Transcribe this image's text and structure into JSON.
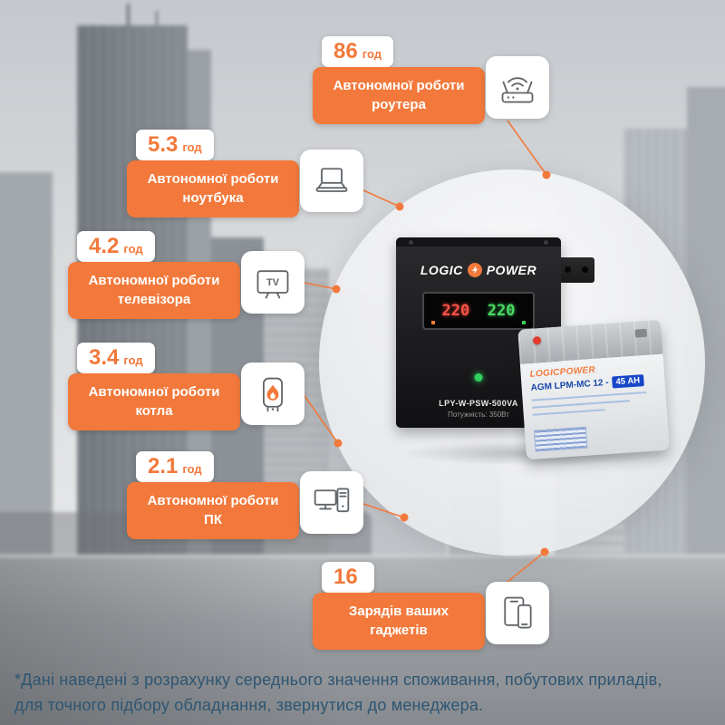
{
  "accent_color": "#f2793b",
  "callouts": [
    {
      "value": "86",
      "unit": "год",
      "label": "Автономної роботи роутера",
      "icon": "router"
    },
    {
      "value": "5.3",
      "unit": "год",
      "label": "Автономної роботи ноутбука",
      "icon": "laptop"
    },
    {
      "value": "4.2",
      "unit": "год",
      "label": "Автономної роботи телевізора",
      "icon": "tv"
    },
    {
      "value": "3.4",
      "unit": "год",
      "label": "Автономної роботи котла",
      "icon": "boiler"
    },
    {
      "value": "2.1",
      "unit": "год",
      "label": "Автономної роботи ПК",
      "icon": "pc"
    },
    {
      "value": "16",
      "unit": "",
      "label": "Зарядів ваших гаджетів",
      "icon": "gadgets"
    }
  ],
  "icons": {
    "tv_label": "TV"
  },
  "product": {
    "ups": {
      "brand_left": "LOGIC",
      "brand_right": "POWER",
      "display_left": "220",
      "display_right": "220",
      "model": "LPY-W-PSW-500VA",
      "power_line": "Потужність: 350Вт"
    },
    "battery": {
      "brand": "LOGICPOWER",
      "series": "AGM LPM-MC 12 -",
      "capacity": "45 AH"
    }
  },
  "footnote": {
    "line1": "*Дані наведені з розрахунку середнього значення споживання, побутових приладів,",
    "line2": "для точного підбору обладнання, звернутися до менеджера."
  }
}
